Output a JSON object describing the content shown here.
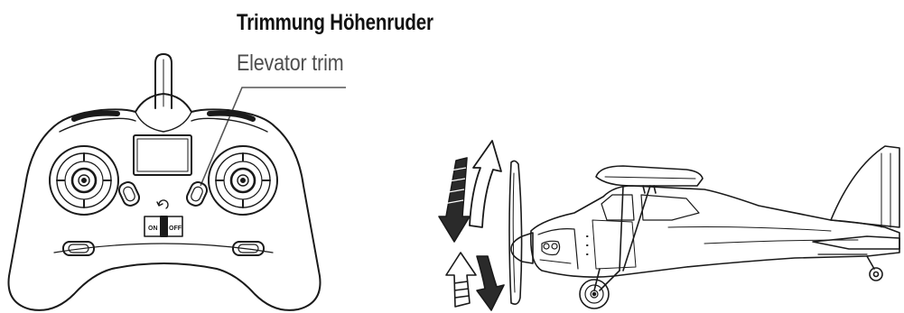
{
  "labels": {
    "german": "Trimmung Höhenruder",
    "english": "Elevator trim"
  },
  "transmitter": {
    "switch_left": "ON",
    "switch_right": "OFF"
  },
  "colors": {
    "line": "#1a1a1a",
    "leader": "#555555",
    "arrow_fill_dark": "#2a2a2a",
    "arrow_fill_light": "#ffffff"
  }
}
